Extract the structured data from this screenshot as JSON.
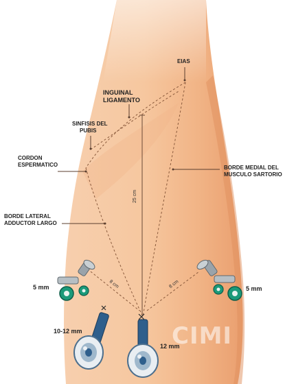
{
  "labels": {
    "eias": "EIAS",
    "inguinal_ligament": [
      "INGUINAL",
      "LIGAMENTO"
    ],
    "pubic_symphysis": [
      "SINFISIS DEL",
      "PUBIS"
    ],
    "spermatic_cord": [
      "CORDON",
      "ESPERMATICO"
    ],
    "sartorius_border": [
      "BORDE MEDIAL DEL",
      "MUSCULO SARTORIO"
    ],
    "adductor_border": [
      "BORDE LATERAL",
      "ADDUCTOR LARGO"
    ],
    "height_measure": "25 cm",
    "left_spacing": "8 cm",
    "right_spacing": "8 cm"
  },
  "ports": {
    "left_trocar": "5 mm",
    "right_trocar": "5 mm",
    "lateral_trocar": "10-12 mm",
    "camera_trocar": "12 mm"
  },
  "watermark": "CIMI",
  "colors": {
    "skin_light": "#fbe2cc",
    "skin_mid": "#f5c49a",
    "skin_shadow": "#e9a072",
    "trocar_teal": "#1b9a7a",
    "trocar_grey": "#8a959c",
    "trocar_blue": "#2f5f8c"
  }
}
